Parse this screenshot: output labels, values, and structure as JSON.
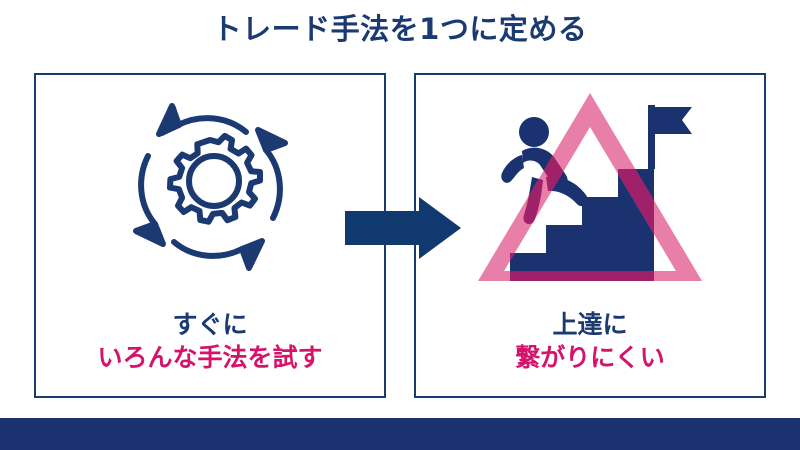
{
  "slide": {
    "title": "トレード手法を1つに定める",
    "background_color": "#ffffff",
    "navy": "#1b3a72",
    "navy_dark": "#1b3271",
    "pink_text": "#d6136b",
    "pink_triangle": "#e87fa8",
    "overlap_magenta": "#9e2169"
  },
  "panels": [
    {
      "id": "panel-left",
      "icon_name": "cycle-gear-icon",
      "caption_line1": "すぐに",
      "caption_line2": "いろんな手法を試す"
    },
    {
      "id": "panel-right",
      "icon_name": "stairs-warning-icon",
      "caption_line1": "上達に",
      "caption_line2": "繋がりにくい"
    }
  ],
  "connector": {
    "icon_name": "right-arrow-icon",
    "color": "#10396f"
  },
  "bottom_bar": {
    "color": "#1b3271"
  }
}
